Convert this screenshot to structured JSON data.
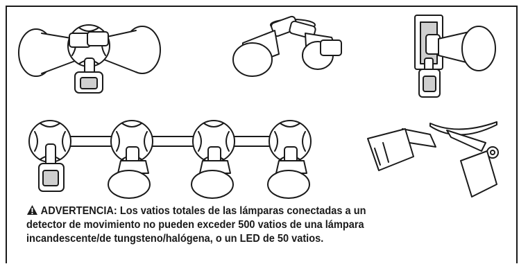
{
  "warning": {
    "icon": "warning-triangle-icon",
    "line1": "ADVERTENCIA: Los vatios totales de las lámparas conectadas a un",
    "line2": "detector de movimiento no pueden exceder 500 vatios de una lámpara",
    "line3": "incandescente/de tungsteno/halógena, o un LED de 50 vatios."
  },
  "colors": {
    "ink": "#1a1a1a",
    "fill": "#ffffff",
    "shade": "#cfcfcf"
  }
}
